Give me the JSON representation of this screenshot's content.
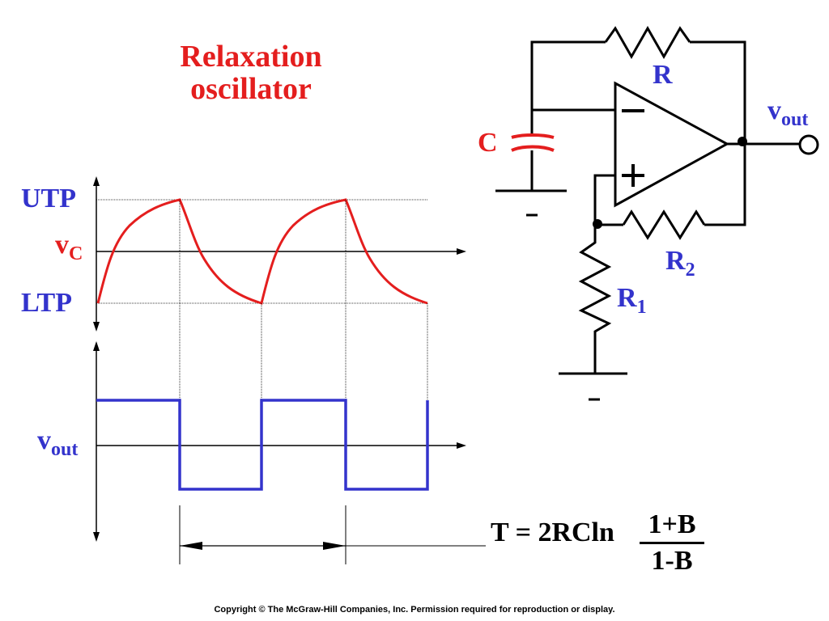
{
  "title": {
    "line1": "Relaxation",
    "line2": "oscillator"
  },
  "waveforms": {
    "utp_label": "UTP",
    "ltp_label": "LTP",
    "vc_label": {
      "base": "v",
      "sub": "C"
    },
    "vout_label": {
      "base": "v",
      "sub": "out"
    },
    "capacitor_voltage_trace": {
      "shape": "exponential charge/discharge between LTP and UTP",
      "half_cycles": 4
    },
    "output_trace": {
      "shape": "square wave",
      "levels": [
        "high",
        "low"
      ],
      "half_cycles": 4
    }
  },
  "circuit": {
    "r_label": "R",
    "c_label": "C",
    "r1_label": {
      "base": "R",
      "sub": "1"
    },
    "r2_label": {
      "base": "R",
      "sub": "2"
    },
    "vout_label": {
      "base": "v",
      "sub": "out"
    },
    "opamp_minus": "–",
    "opamp_plus": "+"
  },
  "formula": {
    "lhs": "T = 2RCln",
    "numerator": "1+B",
    "denominator": "1-B"
  },
  "footer": "Copyright © The McGraw-Hill Companies, Inc. Permission required for reproduction or display.",
  "colors": {
    "title": "#e41e1e",
    "labels": "#3333cc",
    "vc_trace": "#e41e1e",
    "vout_trace": "#3333cc",
    "capacitor": "#e41e1e"
  }
}
